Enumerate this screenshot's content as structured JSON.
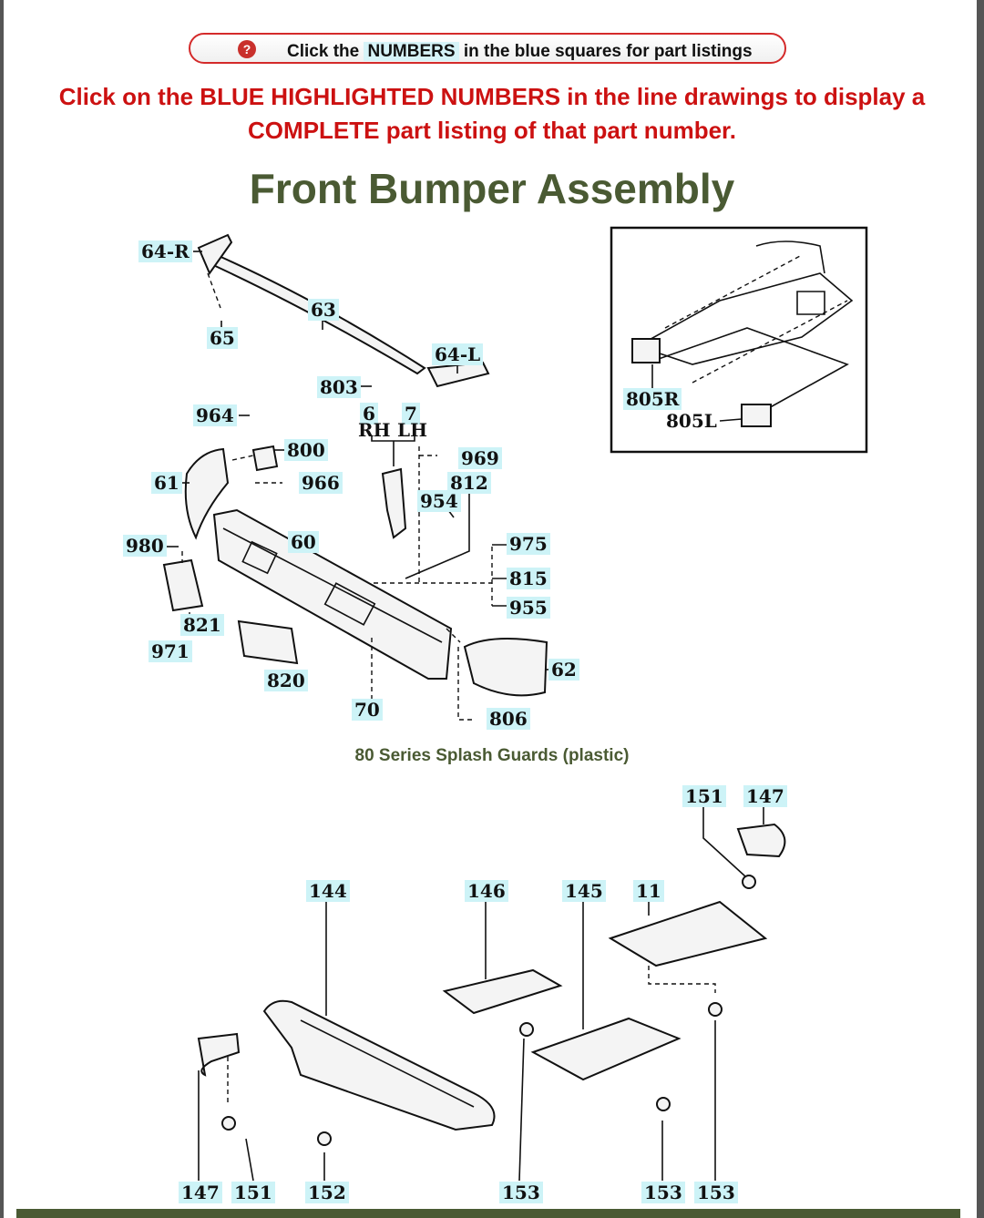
{
  "banner": {
    "help_icon": "question-icon",
    "text_before": "Click the",
    "text_highlight": "NUMBERS",
    "text_after": "in the blue squares for part listings"
  },
  "instruction": {
    "line1": "Click on the BLUE HIGHLIGHTED NUMBERS in the line drawings to display a",
    "line2": "COMPLETE part listing of that part number."
  },
  "title": "Front Bumper Assembly",
  "splash_subtitle": "80 Series Splash Guards (plastic)",
  "bumper_labels": {
    "p64r": "64-R",
    "p65": "65",
    "p63": "63",
    "p64l": "64-L",
    "p803": "803",
    "p964": "964",
    "p6": "6",
    "p7": "7",
    "rh": "RH",
    "lh": "LH",
    "p800": "800",
    "p969": "969",
    "p61": "61",
    "p966": "966",
    "p812": "812",
    "p954": "954",
    "p980": "980",
    "p60": "60",
    "p975": "975",
    "p815": "815",
    "p955": "955",
    "p821": "821",
    "p971": "971",
    "p820": "820",
    "p62": "62",
    "p70": "70",
    "p806": "806",
    "p805r": "805R",
    "p805l": "805L"
  },
  "splash_labels": {
    "p151a": "151",
    "p147a": "147",
    "p144": "144",
    "p146": "146",
    "p145": "145",
    "p11": "11",
    "p147b": "147",
    "p151b": "151",
    "p152": "152",
    "p153a": "153",
    "p153b": "153",
    "p153c": "153"
  },
  "colors": {
    "accent_red": "#cc1111",
    "title_green": "#4a5a33",
    "label_blue": "#cdf3f7"
  }
}
